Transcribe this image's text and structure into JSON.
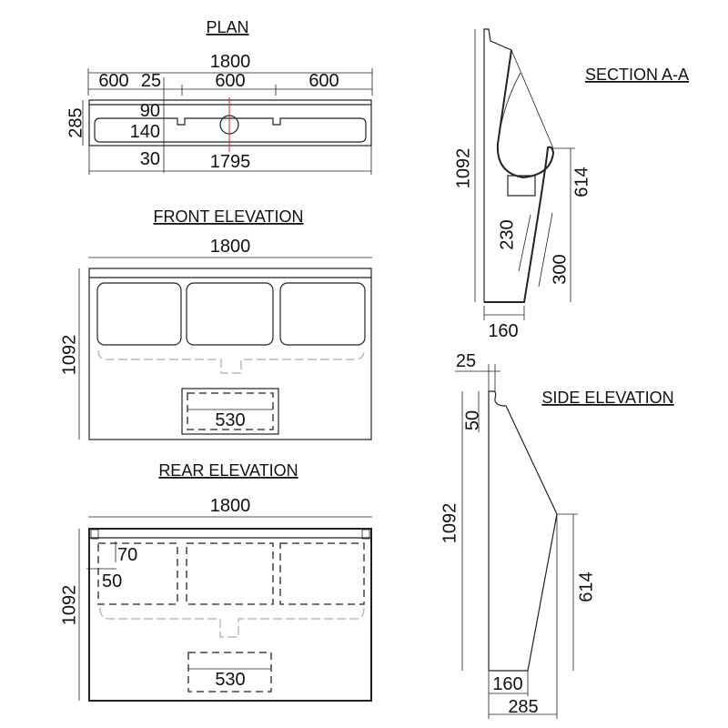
{
  "plan": {
    "title": "PLAN",
    "dims": {
      "overall": "1800",
      "left": "600",
      "offset": "25",
      "middle": "600",
      "right": "600",
      "depth": "285",
      "d90": "90",
      "d140": "140",
      "d30": "30",
      "inner": "1795"
    }
  },
  "section": {
    "title": "SECTION A-A",
    "dims": {
      "height": "1092",
      "lip": "614",
      "d230": "230",
      "d300": "300",
      "base": "160"
    }
  },
  "front": {
    "title": "FRONT ELEVATION",
    "dims": {
      "width": "1800",
      "height": "1092",
      "panel": "530"
    }
  },
  "side": {
    "title": "SIDE ELEVATION",
    "dims": {
      "top": "25",
      "d50": "50",
      "height": "1092",
      "lip": "614",
      "base": "160",
      "depth": "285"
    }
  },
  "rear": {
    "title": "REAR ELEVATION",
    "dims": {
      "width": "1800",
      "height": "1092",
      "d70": "70",
      "d50": "50",
      "panel": "530"
    }
  },
  "colors": {
    "line": "#222222",
    "section_mark": "#e02020"
  }
}
